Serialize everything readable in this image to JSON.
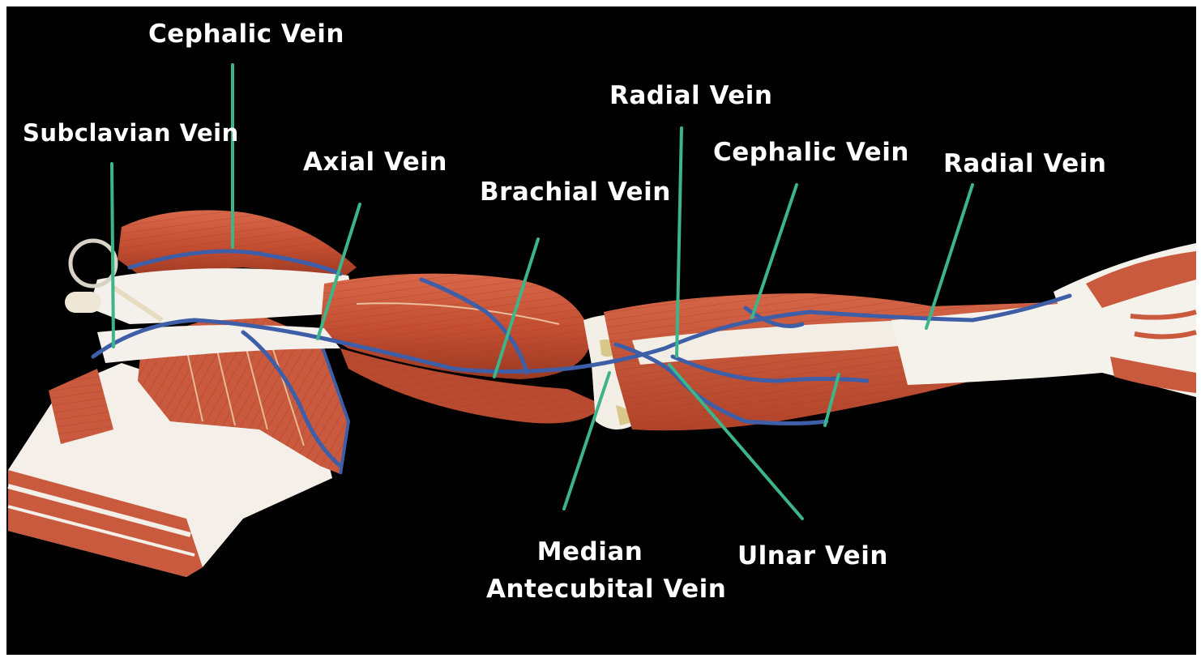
{
  "labels": {
    "cephalic_vein_top": "Cephalic Vein",
    "subclavian_vein": "Subclavian Vein",
    "axial_vein": "Axial Vein",
    "brachial_vein": "Brachial Vein",
    "radial_vein_center": "Radial Vein",
    "cephalic_vein_forearm": "Cephalic Vein",
    "radial_vein_right": "Radial Vein",
    "median_antecubital_vein_line1": "Median",
    "median_antecubital_vein_line2": "Antecubital Vein",
    "ulnar_vein": "Ulnar Vein"
  },
  "colors": {
    "background": "#000000",
    "frame": "#ffffff",
    "label_text": "#ffffff",
    "leader_line": "#3db58a",
    "muscle": "#c9553a",
    "muscle_dark": "#9e3a22",
    "tendon": "#f3f0ea",
    "vein": "#3e5fa8"
  }
}
